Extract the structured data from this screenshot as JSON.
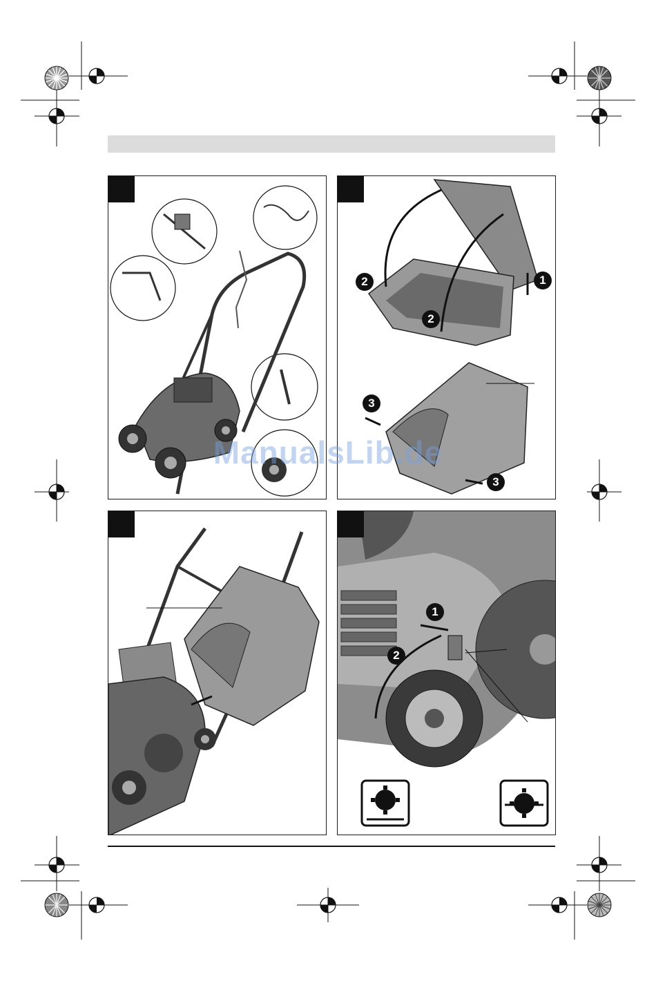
{
  "watermark": {
    "text": "ManualsLib.de",
    "color": "#7aa0dc"
  },
  "callouts": {
    "panel2": {
      "step1": "1",
      "step2a": "2",
      "step2b": "2",
      "step3a": "3",
      "step3b": "3"
    },
    "panel4": {
      "step1": "1",
      "step2": "2"
    }
  },
  "icons": {
    "registration_mark": "crosshair-circle",
    "color_wheel": "radial-sunburst"
  }
}
